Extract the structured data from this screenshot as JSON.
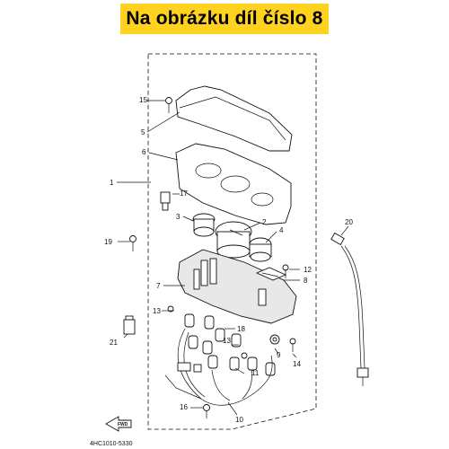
{
  "banner": {
    "title": "Na obrázku díl číslo 8",
    "bg": "#ffd21f"
  },
  "diagram": {
    "code": "4HC1010-5330",
    "fwd": "FWD",
    "callouts": [
      "1",
      "2",
      "3",
      "4",
      "5",
      "6",
      "7",
      "8",
      "9",
      "10",
      "11",
      "12",
      "13",
      "13",
      "14",
      "15",
      "16",
      "17",
      "18",
      "19",
      "20",
      "21"
    ]
  }
}
